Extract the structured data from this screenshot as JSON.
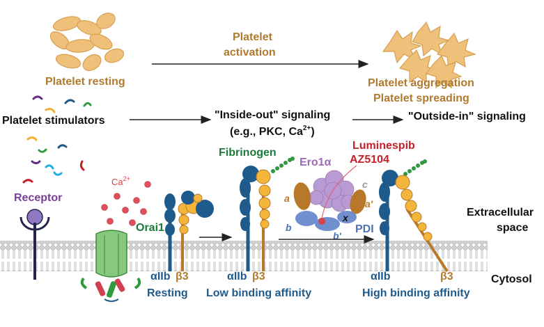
{
  "labels": {
    "platelet_resting": "Platelet resting",
    "platelet_activation_1": "Platelet",
    "platelet_activation_2": "activation",
    "platelet_aggregation": "Platelet aggregation",
    "platelet_spreading": "Platelet spreading",
    "platelet_stimulators": "Platelet stimulators",
    "inside_out_1": "\"Inside-out\" signaling",
    "inside_out_2": "(e.g., PKC, Ca",
    "inside_out_sup": "2+",
    "inside_out_close": ")",
    "outside_in": "\"Outside-in\" signaling",
    "receptor": "Receptor",
    "ca": "Ca",
    "ca_sup": "2+",
    "orai1": "Orai1",
    "fibrinogen": "Fibrinogen",
    "ero1a": "Ero1α",
    "luminespib": "Luminespib",
    "az5104": "AZ5104",
    "pdi": "PDI",
    "dom_a": "a",
    "dom_a_prime": "a'",
    "dom_b": "b",
    "dom_b_prime": "b'",
    "dom_c": "c",
    "dom_x": "x",
    "extracellular_1": "Extracellular",
    "extracellular_2": "space",
    "cytosol": "Cytosol",
    "aiib_1": "αIIb",
    "b3_1": "β3",
    "resting": "Resting",
    "aiib_2": "αIIb",
    "b3_2": "β3",
    "low_binding": "Low binding affinity",
    "aiib_3": "αIIb",
    "b3_3": "β3",
    "high_binding": "High binding affinity"
  },
  "colors": {
    "platelet_fill": "#eec07a",
    "platelet_stroke": "#d8a050",
    "alpha_subunit": "#1f5a8c",
    "beta_subunit": "#f4b63a",
    "membrane": "#c8c8c8",
    "orai_channel": "#7bc47a",
    "ero1a": "#b89bd2",
    "pdi": "#6f8fcf",
    "pdi_a": "#b8782a",
    "inhibitor": "#c4202a",
    "fibrinogen": "#2e9a3e",
    "ca_dot": "#e0505a"
  },
  "icons": {
    "stimulator_fragments": "arc-fragment-icons",
    "receptor": "receptor-icon",
    "platelets_resting": "resting-platelet-icons",
    "platelets_aggregated": "spread-platelet-icons"
  }
}
